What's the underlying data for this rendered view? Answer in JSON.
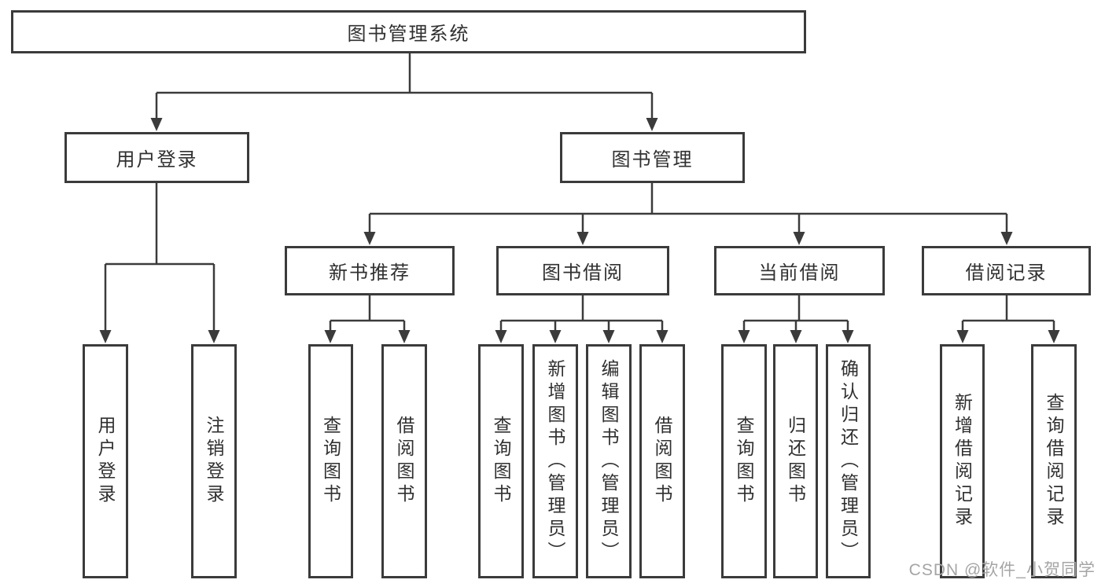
{
  "colors": {
    "background": "#ffffff",
    "box_border": "#3b3b3b",
    "box_fill": "#ffffff",
    "text": "#303030",
    "connector": "#3b3b3b",
    "watermark_text": "#a5a5a5"
  },
  "watermark": "CSDN @软件_小贺同学",
  "tree": {
    "label": "图书管理系统",
    "children": [
      {
        "label": "用户登录",
        "children": [
          {
            "label": "用户登录"
          },
          {
            "label": "注销登录"
          }
        ]
      },
      {
        "label": "图书管理",
        "children": [
          {
            "label": "新书推荐",
            "children": [
              {
                "label": "查询图书"
              },
              {
                "label": "借阅图书"
              }
            ]
          },
          {
            "label": "图书借阅",
            "children": [
              {
                "label": "查询图书"
              },
              {
                "label": "新增图书（管理员）"
              },
              {
                "label": "编辑图书（管理员）"
              },
              {
                "label": "借阅图书"
              }
            ]
          },
          {
            "label": "当前借阅",
            "children": [
              {
                "label": "查询图书"
              },
              {
                "label": "归还图书"
              },
              {
                "label": "确认归还（管理员）"
              }
            ]
          },
          {
            "label": "借阅记录",
            "children": [
              {
                "label": "新增借阅记录"
              },
              {
                "label": "查询借阅记录"
              }
            ]
          }
        ]
      }
    ]
  }
}
